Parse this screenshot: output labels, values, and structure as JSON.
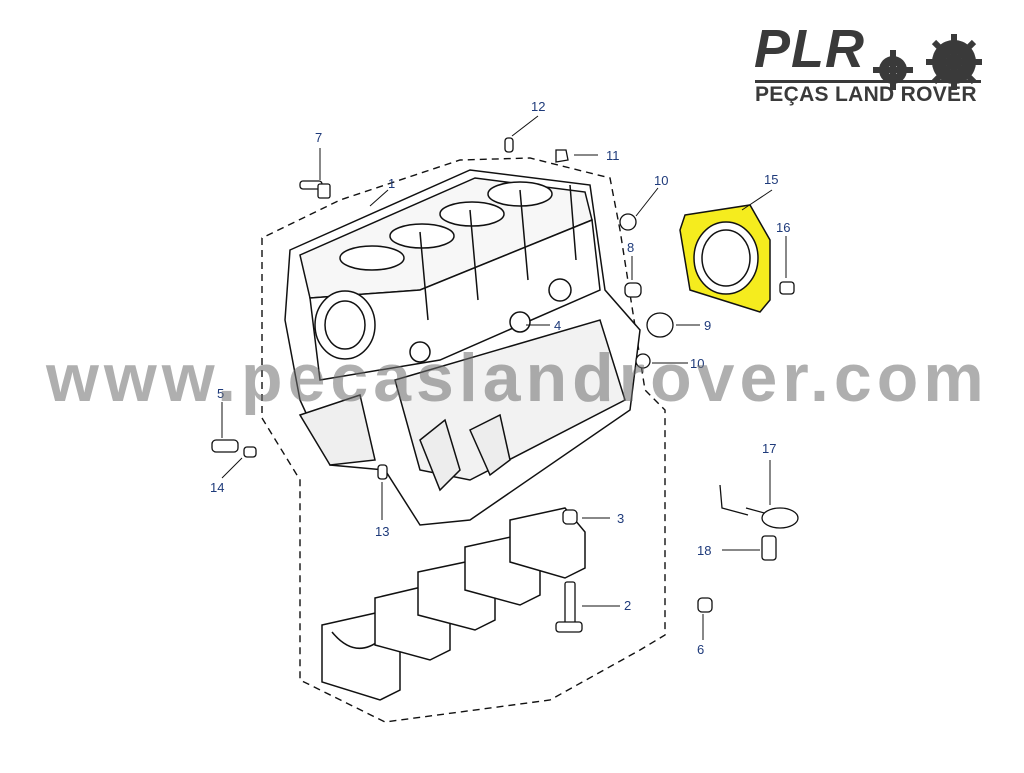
{
  "logo": {
    "brand": "PLR",
    "tagline": "PEÇAS LAND ROVER",
    "icon": "gears-icon",
    "color": "#3a3a3a"
  },
  "watermark": "www.pecaslandrover.com",
  "callouts": [
    {
      "id": "1",
      "label": "1"
    },
    {
      "id": "2",
      "label": "2"
    },
    {
      "id": "3",
      "label": "3"
    },
    {
      "id": "4",
      "label": "4"
    },
    {
      "id": "5",
      "label": "5"
    },
    {
      "id": "6",
      "label": "6"
    },
    {
      "id": "7",
      "label": "7"
    },
    {
      "id": "8",
      "label": "8"
    },
    {
      "id": "9",
      "label": "9"
    },
    {
      "id": "10a",
      "label": "10"
    },
    {
      "id": "10b",
      "label": "10"
    },
    {
      "id": "11",
      "label": "11"
    },
    {
      "id": "12",
      "label": "12"
    },
    {
      "id": "13",
      "label": "13"
    },
    {
      "id": "14",
      "label": "14"
    },
    {
      "id": "15",
      "label": "15"
    },
    {
      "id": "16",
      "label": "16"
    },
    {
      "id": "17",
      "label": "17"
    },
    {
      "id": "18",
      "label": "18"
    }
  ],
  "colors": {
    "line": "#111111",
    "callout": "#1e3a7a",
    "highlight": "#f5ec1e"
  }
}
